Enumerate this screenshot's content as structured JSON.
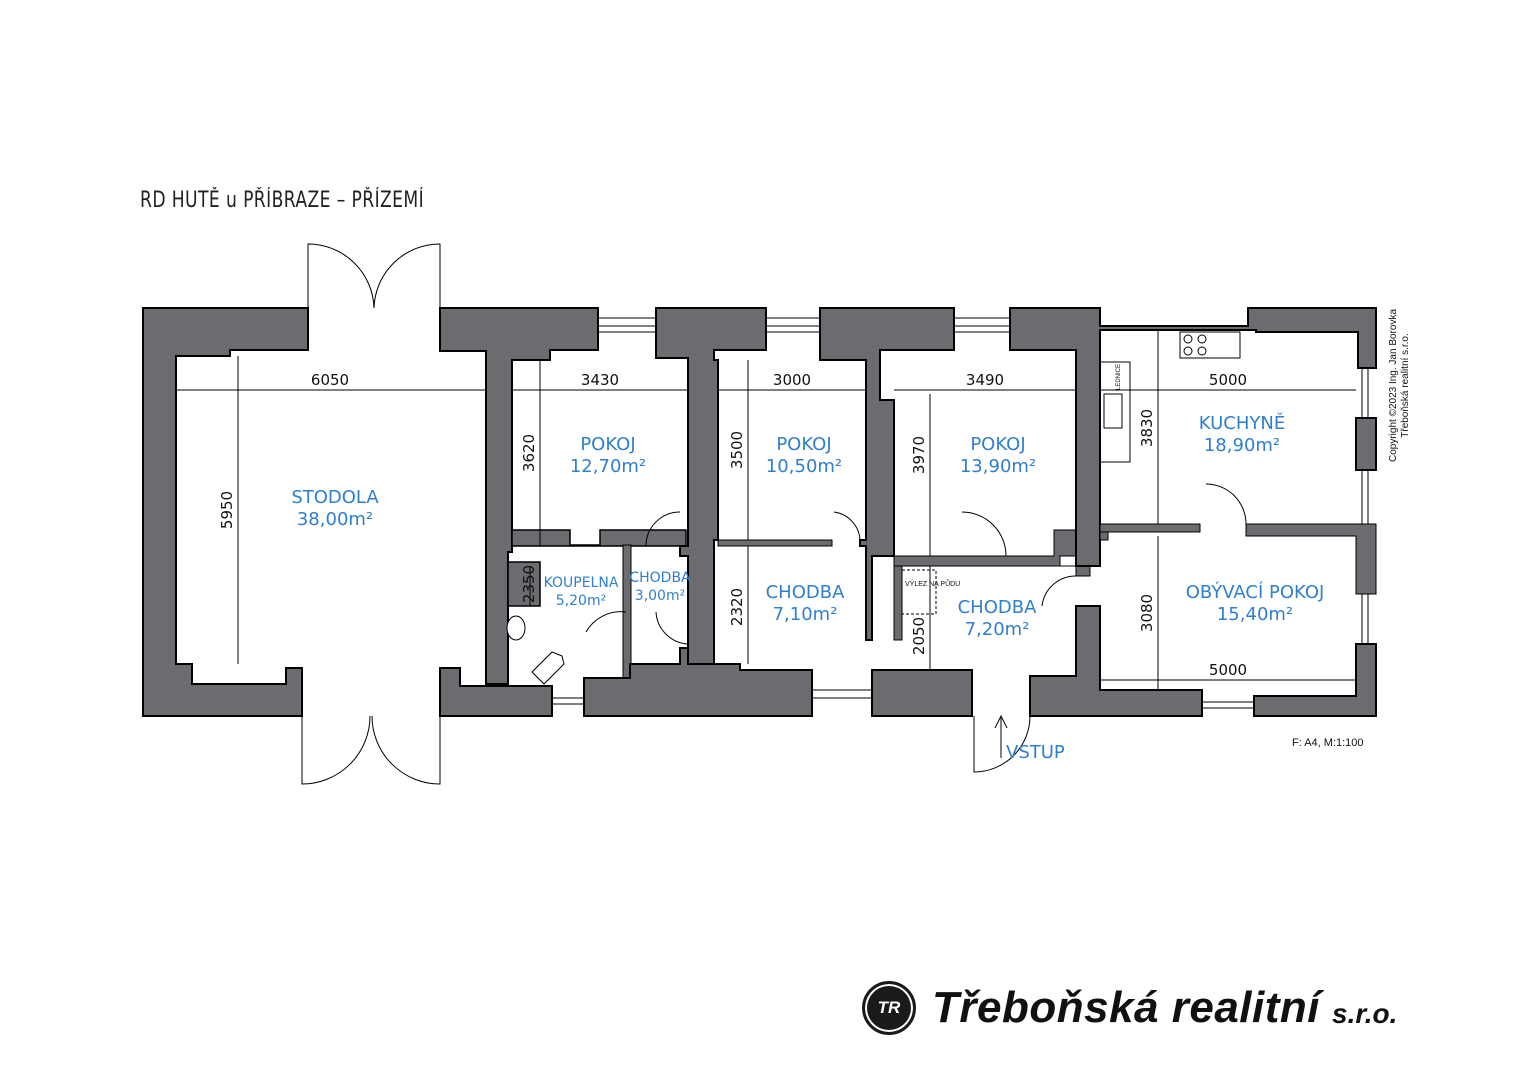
{
  "title": "RD HUTĚ u PŘÍBRAZE – PŘÍZEMÍ",
  "rooms": [
    {
      "name": "STODOLA",
      "area": "38,00m²"
    },
    {
      "name": "POKOJ",
      "area": "12,70m²"
    },
    {
      "name": "POKOJ",
      "area": "10,50m²"
    },
    {
      "name": "POKOJ",
      "area": "13,90m²"
    },
    {
      "name": "KUCHYNĚ",
      "area": "18,90m²"
    },
    {
      "name": "KOUPELNA",
      "area": "5,20m²"
    },
    {
      "name": "CHODBA",
      "area": "3,00m²"
    },
    {
      "name": "CHODBA",
      "area": "7,10m²"
    },
    {
      "name": "CHODBA",
      "area": "7,20m²"
    },
    {
      "name": "OBÝVACÍ POKOJ",
      "area": "15,40m²"
    }
  ],
  "dimensions": [
    "6050",
    "3430",
    "3000",
    "3490",
    "5000",
    "5950",
    "3620",
    "3500",
    "3970",
    "3830",
    "2350",
    "2320",
    "2050",
    "3080",
    "5000"
  ],
  "labels": {
    "entrance": "VSTUP",
    "attic_access": "VÝLEZ NA PŮDU",
    "fridge": "LEDNICE",
    "scale": "F: A4,  M:1:100",
    "copyright_line1": "Copyright ©2023 Ing. Jan Borovka",
    "copyright_line2": "Třeboňská realitní s.r.o."
  },
  "brand": {
    "mark": "TR",
    "name": "Třeboňská realitní",
    "suffix": "s.r.o."
  },
  "colors": {
    "wall": "#6b6b70",
    "room_text": "#2f7fd0"
  }
}
